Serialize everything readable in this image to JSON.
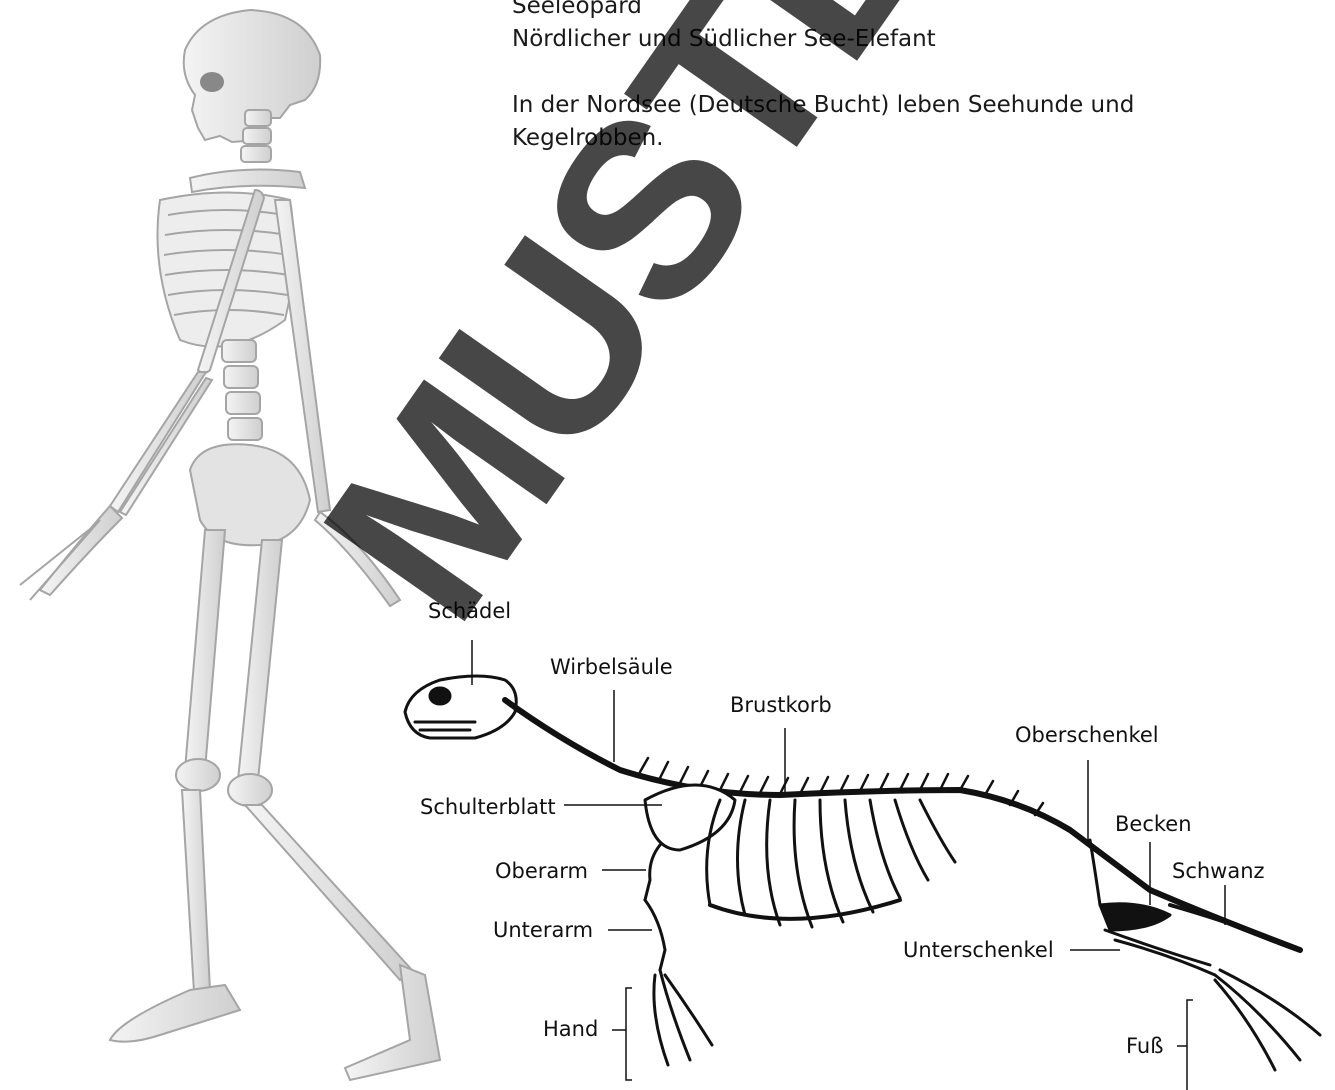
{
  "text": {
    "lines_top": [
      "Seeleopard",
      "Nördlicher und Südlicher See-Elefant"
    ],
    "paragraph": [
      "In der Nordsee (Deutsche Bucht) leben Seehunde und",
      "Kegelrobben."
    ]
  },
  "figure_human": {
    "name": "human-skeleton"
  },
  "figure_seal": {
    "labels": {
      "skull": "Schädel",
      "spine": "Wirbelsäule",
      "ribcage": "Brustkorb",
      "femur": "Oberschenkel",
      "scapula": "Schulterblatt",
      "pelvis": "Becken",
      "humerus": "Oberarm",
      "tail": "Schwanz",
      "forearm": "Unterarm",
      "lower_leg": "Unterschenkel",
      "hand": "Hand",
      "foot": "Fuß"
    }
  },
  "watermark": {
    "text": "MUSTER",
    "color": "#000000"
  },
  "colors": {
    "bone_light": "#e6e6e6",
    "bone_stroke": "#9a9a9a",
    "seal_ink": "#111111"
  }
}
